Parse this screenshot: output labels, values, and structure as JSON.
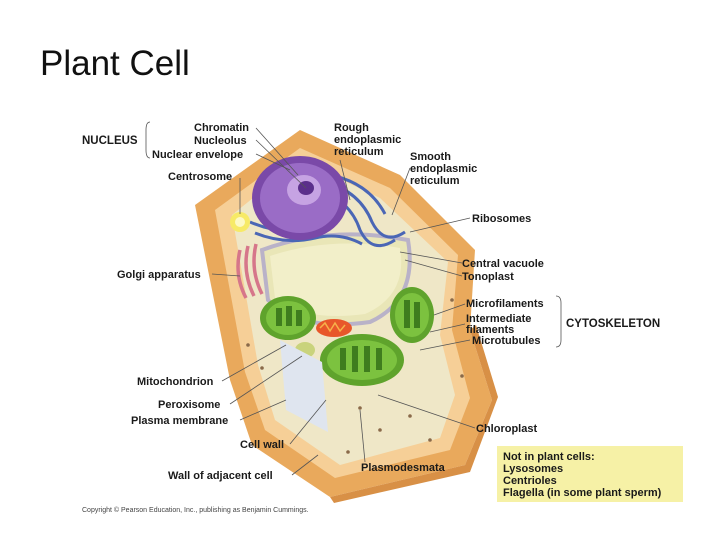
{
  "title": "Plant Cell",
  "groups": {
    "nucleus": "NUCLEUS",
    "cytoskeleton": "CYTOSKELETON"
  },
  "labels": {
    "chromatin": "Chromatin",
    "nucleolus": "Nucleolus",
    "nuclear_envelope": "Nuclear envelope",
    "centrosome": "Centrosome",
    "golgi": "Golgi apparatus",
    "mitochondrion": "Mitochondrion",
    "peroxisome": "Peroxisome",
    "plasma_membrane": "Plasma membrane",
    "cell_wall": "Cell wall",
    "wall_adjacent": "Wall of adjacent cell",
    "plasmodesmata": "Plasmodesmata",
    "rough_er_1": "Rough",
    "rough_er_2": "endoplasmic",
    "rough_er_3": "reticulum",
    "smooth_er_1": "Smooth",
    "smooth_er_2": "endoplasmic",
    "smooth_er_3": "reticulum",
    "ribosomes": "Ribosomes",
    "central_vacuole": "Central vacuole",
    "tonoplast": "Tonoplast",
    "microfilaments": "Microfilaments",
    "intermediate_1": "Intermediate",
    "intermediate_2": "filaments",
    "microtubules": "Microtubules",
    "chloroplast": "Chloroplast"
  },
  "note": {
    "heading": "Not in plant cells:",
    "items": [
      "Lysosomes",
      "Centrioles",
      "Flagella (in some plant sperm)"
    ]
  },
  "copyright": "Copyright © Pearson Education, Inc., publishing as Benjamin Cummings."
}
